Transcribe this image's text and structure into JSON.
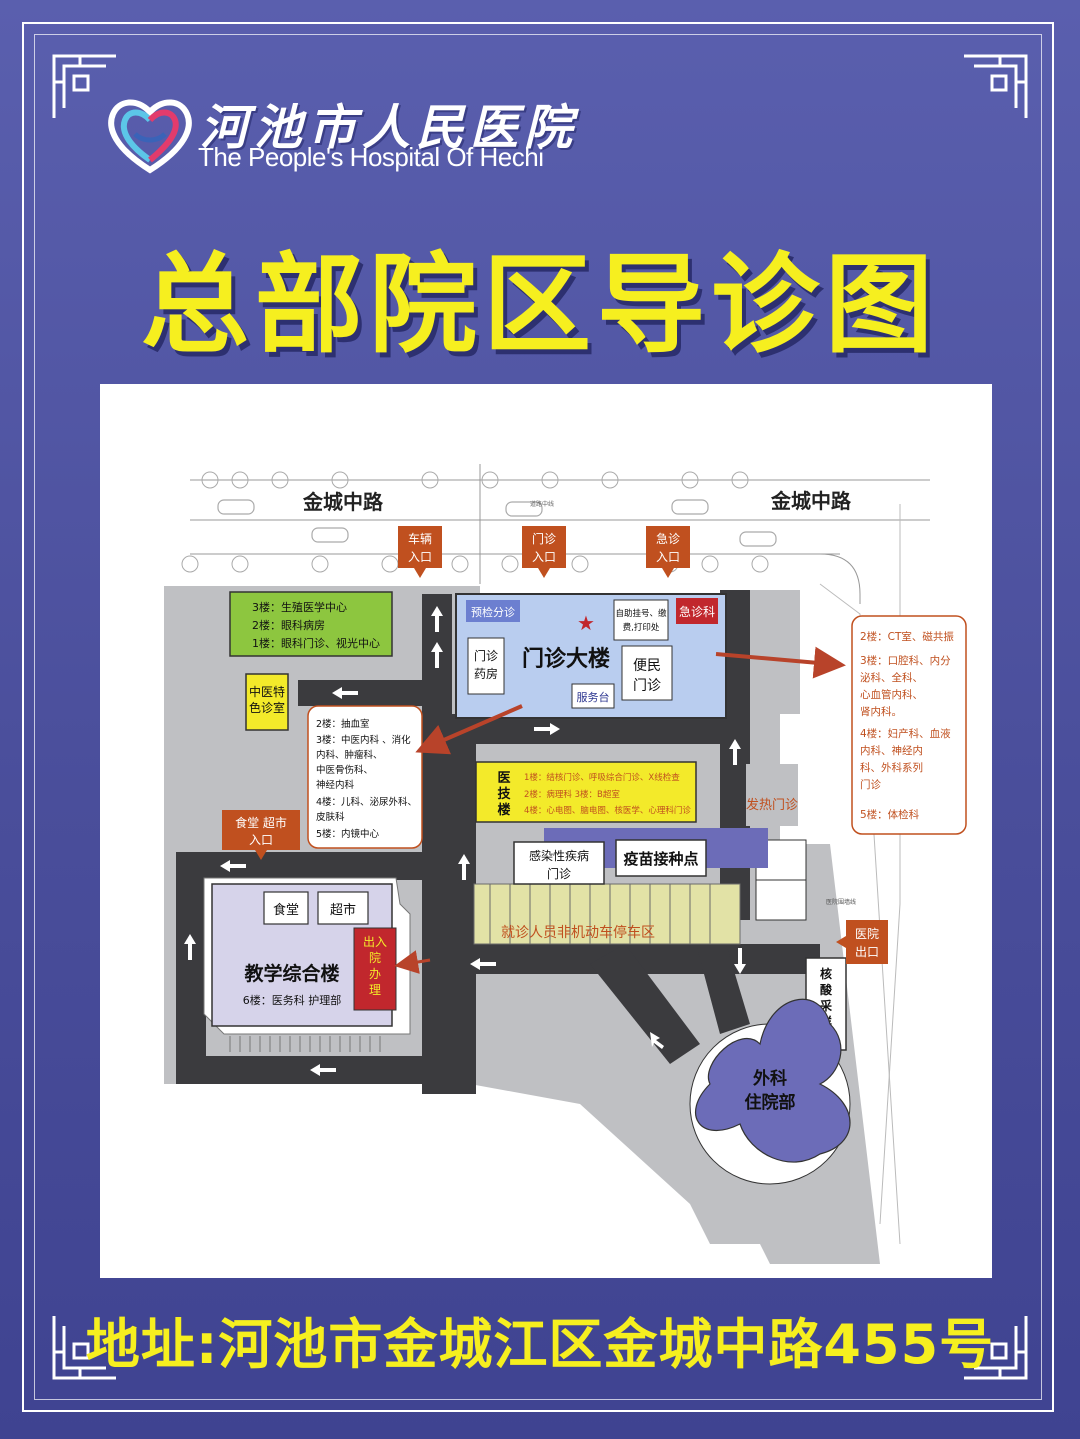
{
  "header": {
    "hospital_name_cn": "河池市人民医院",
    "hospital_name_en": "The People's Hospital Of Hechi",
    "title": "总部院区导诊图"
  },
  "footer": {
    "address": "地址:河池市金城江区金城中路455号"
  },
  "map": {
    "roads": {
      "road_left": "金城中路",
      "road_right": "金城中路",
      "road_center_small": "道路中线"
    },
    "entrances": {
      "vehicle": "车辆\n入口",
      "outpatient": "门诊\n入口",
      "emergency": "急诊\n入口",
      "canteen_market": "食堂  超市\n入口",
      "exit": "医院\n出口"
    },
    "buildings": {
      "reproductive_building_lines": [
        "3楼：生殖医学中心",
        "2楼：眼科病房",
        "1楼：眼科门诊、视光中心"
      ],
      "tcm_special": "中医特\n色诊室",
      "outpatient_building": "门诊大楼",
      "pre_triage": "预检分诊",
      "self_service": "自助挂号、缴\n费,打印处",
      "emergency_dept": "急诊科",
      "pharmacy": "门诊\n药房",
      "convenience_clinic": "便民\n门诊",
      "service_desk": "服务台",
      "tech_building": "医\n技\n楼",
      "tech_building_lines": [
        "1楼：结核门诊、呼吸综合门诊、X线检查",
        "2楼：病理科      3楼：B超室",
        "4楼：心电图、脑电图、核医学、心理科门诊"
      ],
      "fever_clinic": "发热门诊",
      "infectious_clinic": "感染性疾病\n门诊",
      "vaccine_point": "疫苗接种点",
      "parking": "就诊人员非机动车停车区",
      "teaching_building": "教学综合楼",
      "teaching_floor": "6楼：医务科   护理部",
      "canteen": "食堂",
      "market": "超市",
      "admission": "出\n入\n院\n办\n理",
      "nucleic_test": "核\n酸\n采\n样\n点",
      "surgery_inpatient": "外科\n住院部",
      "boundary_small": "医院围墙线"
    },
    "callouts": {
      "left_box_lines": [
        "2楼：抽血室",
        "3楼：中医内科 、消化",
        "   内科、肿瘤科、",
        "   中医骨伤科、",
        "   神经内科",
        "4楼：儿科、泌尿外科、",
        "   皮肤科",
        "5楼：内镜中心"
      ],
      "right_box_lines": [
        "2楼：CT室、磁共振",
        "3楼：口腔科、内分",
        "   泌科、全科、",
        "   心血管内科、",
        "   肾内科。",
        "4楼：妇产科、血液",
        "   内科、神经内",
        "   科、外科系列",
        "   门诊",
        "5楼：体检科"
      ]
    },
    "colors": {
      "road": "#3b3b3e",
      "ground": "#bfc0c3",
      "outpatient_fill": "#b9cdef",
      "green_building": "#8dc63f",
      "yellow_building": "#f3ea2a",
      "purple_building": "#6c6cb8",
      "lavender_building": "#d6d3ea",
      "orange_label": "#c0501f",
      "red_label": "#c1272d",
      "arrow": "#b8432a"
    }
  }
}
